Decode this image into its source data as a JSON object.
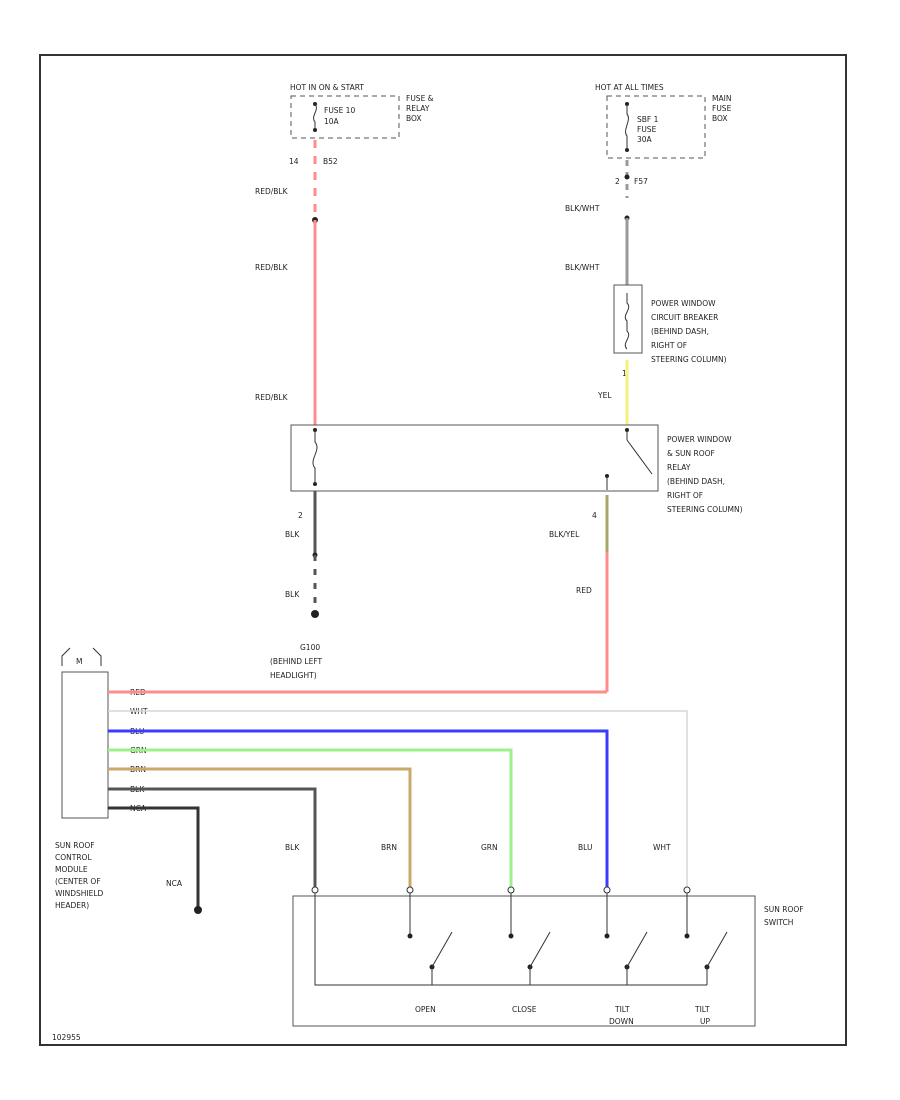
{
  "fuse_box_left": {
    "header": "HOT IN ON & START",
    "fuse": [
      "FUSE 10",
      "10A"
    ],
    "location": [
      "FUSE &",
      "RELAY",
      "BOX"
    ],
    "pin": "14",
    "connector": "B52"
  },
  "fuse_box_right": {
    "header": "HOT AT ALL TIMES",
    "fuse": [
      "SBF 1",
      "FUSE",
      "30A"
    ],
    "location": [
      "MAIN",
      "FUSE",
      "BOX"
    ],
    "pin": "2",
    "connector": "F57"
  },
  "circuit_breaker": {
    "label": [
      "POWER WINDOW",
      "CIRCUIT BREAKER",
      "(BEHIND DASH,",
      "RIGHT OF",
      "STEERING COLUMN)"
    ],
    "pin": "1"
  },
  "relay": {
    "label": [
      "POWER WINDOW",
      "& SUN ROOF",
      "RELAY",
      "(BEHIND DASH,",
      "RIGHT OF",
      "STEERING COLUMN)"
    ],
    "pin_left": "2",
    "pin_right": "4"
  },
  "ground": {
    "name": "G100",
    "label": [
      "(BEHIND LEFT",
      "HEADLIGHT)"
    ]
  },
  "control_module": {
    "connector": "M",
    "label": [
      "SUN ROOF",
      "CONTROL",
      "MODULE",
      "(CENTER OF",
      "WINDSHIELD",
      "HEADER)"
    ],
    "nca": "NCA"
  },
  "sun_roof_switch": {
    "label": [
      "SUN ROOF",
      "SWITCH"
    ],
    "positions": [
      {
        "label": "OPEN",
        "sub": ""
      },
      {
        "label": "CLOSE",
        "sub": ""
      },
      {
        "label": "TILT",
        "sub": "DOWN"
      },
      {
        "label": "TILT",
        "sub": "UP"
      }
    ]
  },
  "wires": {
    "red_blk_1": "RED/BLK",
    "red_blk_2": "RED/BLK",
    "red_blk_3": "RED/BLK",
    "blk_wht_1": "BLK/WHT",
    "blk_wht_2": "BLK/WHT",
    "yel": "YEL",
    "blk_1": "BLK",
    "blk_2": "BLK",
    "blk_yel": "BLK/YEL",
    "red": "RED",
    "module_pins": [
      "RED",
      "WHT",
      "BLU",
      "GRN",
      "BRN",
      "BLK",
      "NCA"
    ],
    "switch_blk": "BLK",
    "switch_brn": "BRN",
    "switch_grn": "GRN",
    "switch_blu": "BLU",
    "switch_wht": "WHT"
  },
  "colors": {
    "red": "#ff8c8c",
    "white": "#d6d6d6",
    "blue": "#3b3bff",
    "green": "#9ef08c",
    "brown": "#c8a96a",
    "black": "#555555",
    "dark": "#333333",
    "yellow": "#f4f27a",
    "blk_yel": "#a7a76c",
    "gray": "#999999"
  },
  "figure_code": "102955"
}
